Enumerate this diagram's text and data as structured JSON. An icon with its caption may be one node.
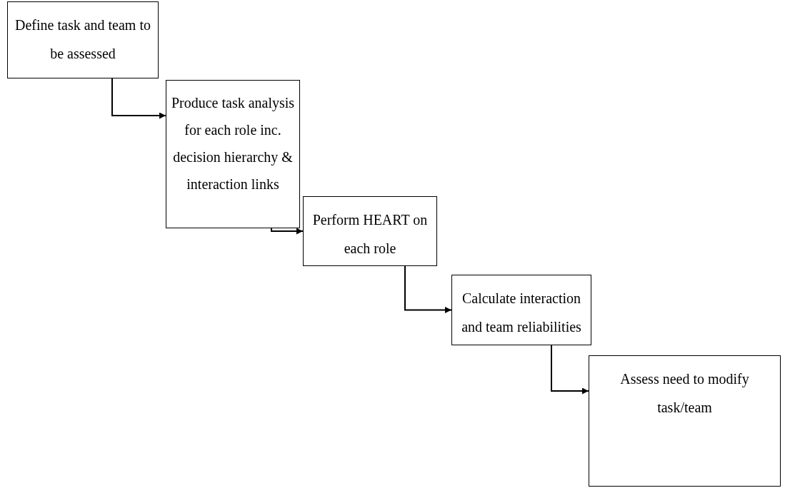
{
  "diagram": {
    "nodes": [
      {
        "text": [
          "Define task and team to be assessed"
        ]
      },
      {
        "text": [
          "Produce task analysis for each role inc. decision hierarchy & interaction links"
        ]
      },
      {
        "text": [
          "Perform HEART on each role"
        ]
      },
      {
        "text": [
          "Calculate interaction and team reliabilities"
        ]
      },
      {
        "text": [
          "Assess need to modify task/team"
        ]
      }
    ],
    "edges": [
      {
        "from": 0,
        "to": 1,
        "arrow": "to"
      },
      {
        "from": 1,
        "to": 2,
        "arrow": "to"
      },
      {
        "from": 2,
        "to": 3,
        "arrow": "to"
      },
      {
        "from": 3,
        "to": 4,
        "arrow": "to"
      }
    ]
  }
}
